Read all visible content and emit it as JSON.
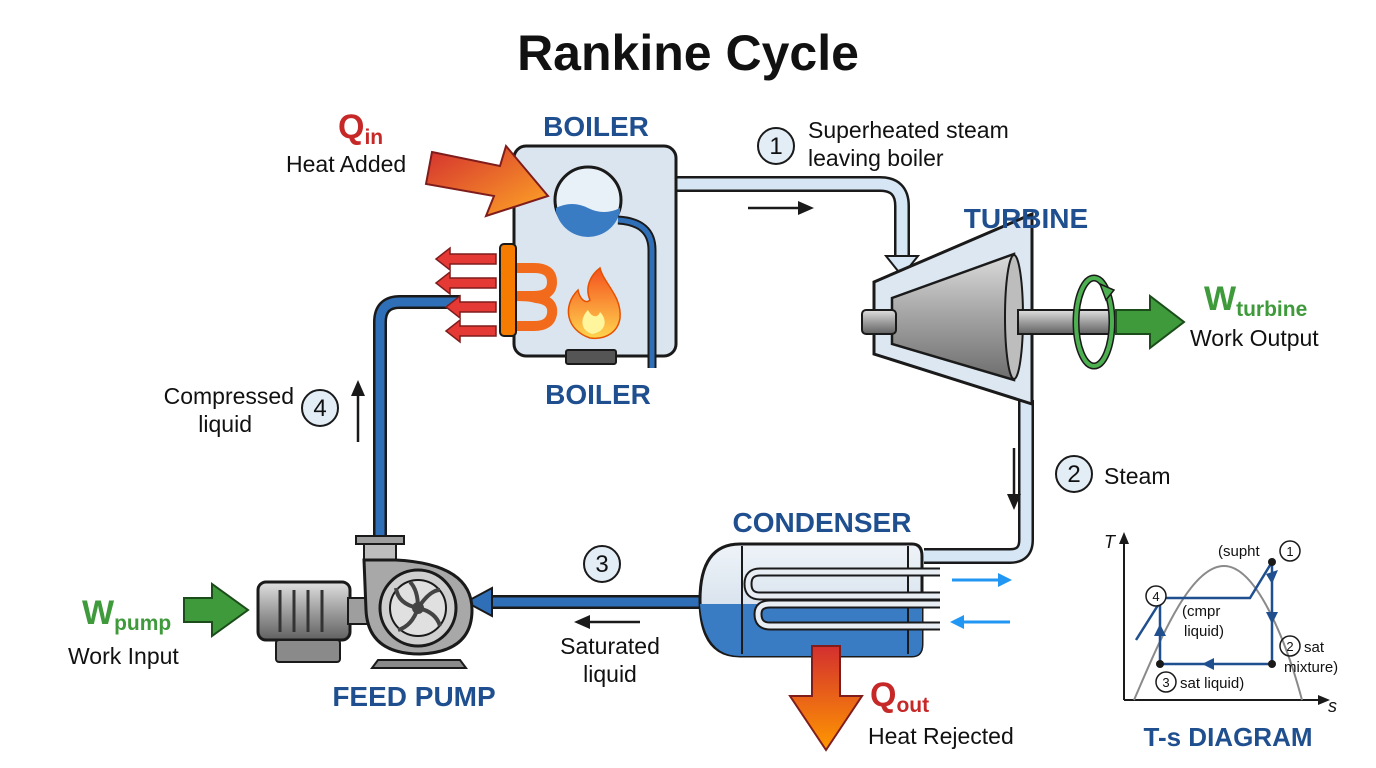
{
  "title": "Rankine Cycle",
  "components": {
    "boiler_top": "BOILER",
    "boiler_bottom": "BOILER",
    "turbine": "TURBINE",
    "condenser": "CONDENSER",
    "feed_pump": "FEED PUMP"
  },
  "heat_in": {
    "symbol": "Q",
    "subscript": "in",
    "caption": "Heat Added"
  },
  "heat_out": {
    "symbol": "Q",
    "subscript": "out",
    "caption": "Heat Rejected"
  },
  "work_turbine": {
    "symbol": "W",
    "subscript": "turbine",
    "caption": "Work Output"
  },
  "work_pump": {
    "symbol": "W",
    "subscript": "pump",
    "caption": "Work Input"
  },
  "states": [
    {
      "number": "1",
      "line1": "Superheated steam",
      "line2": "leaving boiler"
    },
    {
      "number": "2",
      "line1": "Steam",
      "line2": ""
    },
    {
      "number": "3",
      "line1": "Saturated",
      "line2": "liquid"
    },
    {
      "number": "4",
      "line1": "Compressed",
      "line2": "liquid"
    }
  ],
  "ts_diagram": {
    "title": "T-s DIAGRAM",
    "x_axis": "s",
    "y_axis": "T",
    "labels": {
      "p1": "(supht",
      "p2a": "sat",
      "p2b": "mixture)",
      "p3": "sat liquid)",
      "p4a": "(cmpr",
      "p4b": "liquid)"
    },
    "numbers": [
      "1",
      "2",
      "3",
      "4"
    ]
  },
  "colors": {
    "pipe_blue": "#2f6fb8",
    "pipe_light": "#d6e6f4",
    "component_label": "#1f4f8f",
    "heat_red": "#c62828",
    "work_green": "#3f9a3b"
  }
}
